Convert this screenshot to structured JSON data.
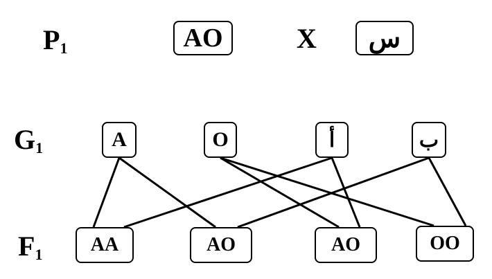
{
  "labels": {
    "p_letter": "P",
    "p_sub": "1",
    "g_letter": "G",
    "g_sub": "1",
    "f_letter": "F",
    "f_sub": "1"
  },
  "cross_symbol": "X",
  "parents": [
    "AO",
    "س"
  ],
  "gametes": [
    "A",
    "O",
    "أ",
    "ب"
  ],
  "offspring": [
    "AA",
    "AO",
    "AO",
    "OO"
  ],
  "crosses": [
    {
      "gamete": 0,
      "offspring": 0
    },
    {
      "gamete": 0,
      "offspring": 1
    },
    {
      "gamete": 1,
      "offspring": 2
    },
    {
      "gamete": 1,
      "offspring": 3
    },
    {
      "gamete": 2,
      "offspring": 0
    },
    {
      "gamete": 2,
      "offspring": 2
    },
    {
      "gamete": 3,
      "offspring": 1
    },
    {
      "gamete": 3,
      "offspring": 3
    }
  ]
}
